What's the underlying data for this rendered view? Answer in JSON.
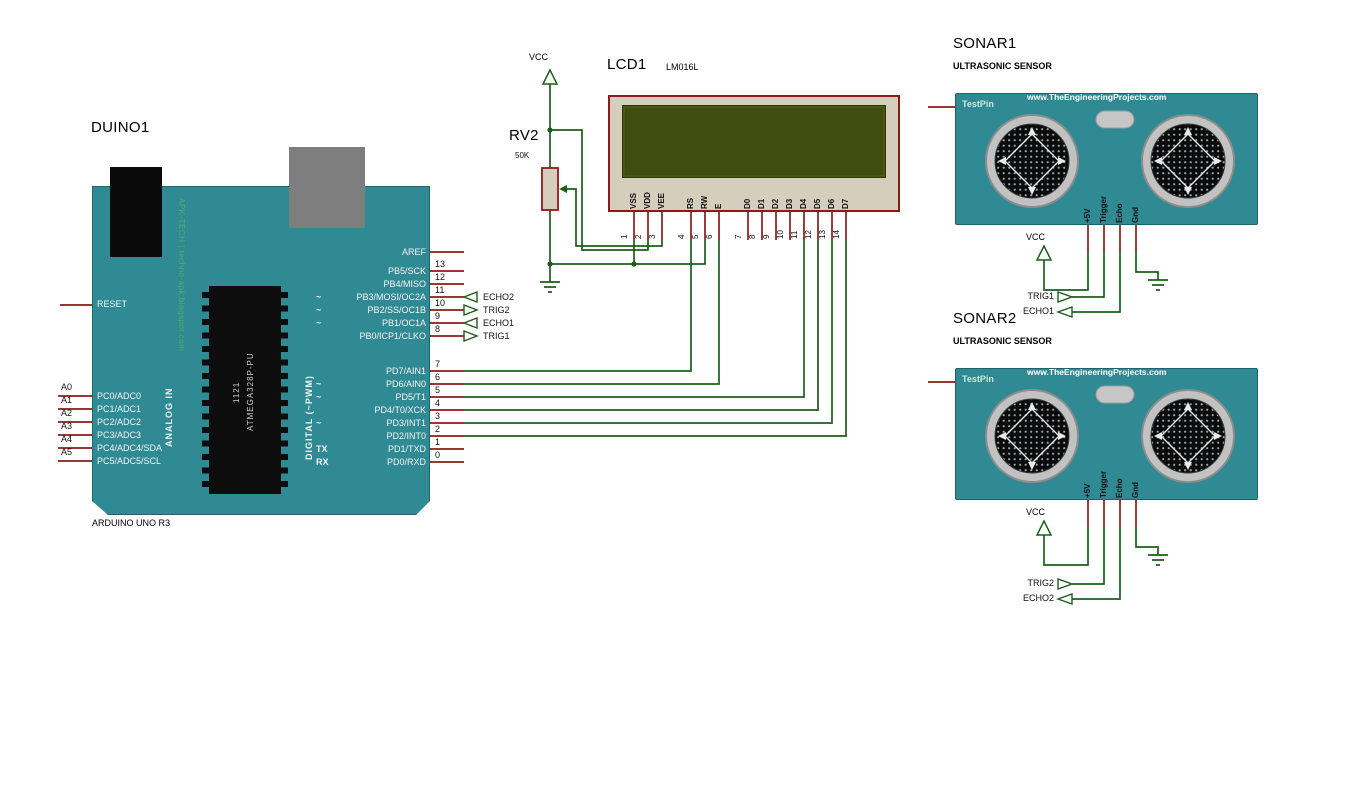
{
  "colors": {
    "board_teal": "#2f8a93",
    "wire_green": "#1b5e1b",
    "pin_red": "#8c1a1a",
    "lcd_body": "#d6cebc",
    "lcd_screen": "#414d10",
    "silk_green": "#4fae66"
  },
  "duino": {
    "ref": "DUINO1",
    "board_name": "ARDUINO UNO R3",
    "silk_text": "APK-TECH | techno-apk.blogspot.com",
    "chip_code": "1121",
    "chip_name": "ATMEGA328P-PU",
    "analog_header": "ANALOG IN",
    "digital_header": "DIGITAL (~PWM)",
    "reset_pin": "RESET",
    "aref_pin": "AREF",
    "analog_pins": [
      {
        "port": "A0",
        "name": "PC0/ADC0"
      },
      {
        "port": "A1",
        "name": "PC1/ADC1"
      },
      {
        "port": "A2",
        "name": "PC2/ADC2"
      },
      {
        "port": "A3",
        "name": "PC3/ADC3"
      },
      {
        "port": "A4",
        "name": "PC4/ADC4/SDA"
      },
      {
        "port": "A5",
        "name": "PC5/ADC5/SCL"
      }
    ],
    "digital_pins": [
      {
        "name": "PB5/SCK",
        "num": "13",
        "prefix": ""
      },
      {
        "name": "PB4/MISO",
        "num": "12",
        "prefix": ""
      },
      {
        "name": "PB3/MOSI/OC2A",
        "num": "11",
        "prefix": "~",
        "net": "ECHO2"
      },
      {
        "name": "PB2/SS/OC1B",
        "num": "10",
        "prefix": "~",
        "net": "TRIG2"
      },
      {
        "name": "PB1/OC1A",
        "num": "9",
        "prefix": "~",
        "net": "ECHO1"
      },
      {
        "name": "PB0/ICP1/CLKO",
        "num": "8",
        "prefix": "",
        "net": "TRIG1"
      },
      {
        "name": "PD7/AIN1",
        "num": "7",
        "prefix": ""
      },
      {
        "name": "PD6/AIN0",
        "num": "6",
        "prefix": "~"
      },
      {
        "name": "PD5/T1",
        "num": "5",
        "prefix": "~"
      },
      {
        "name": "PD4/T0/XCK",
        "num": "4",
        "prefix": ""
      },
      {
        "name": "PD3/INT1",
        "num": "3",
        "prefix": "~"
      },
      {
        "name": "PD2/INT0",
        "num": "2",
        "prefix": ""
      },
      {
        "name": "PD1/TXD",
        "num": "1",
        "prefix": "TX"
      },
      {
        "name": "PD0/RXD",
        "num": "0",
        "prefix": "RX"
      }
    ]
  },
  "rv2": {
    "ref": "RV2",
    "value": "50K",
    "vcc": "VCC"
  },
  "lcd": {
    "ref": "LCD1",
    "part": "LM016L",
    "pins": [
      {
        "name": "VSS",
        "num": "1"
      },
      {
        "name": "VDD",
        "num": "2"
      },
      {
        "name": "VEE",
        "num": "3"
      },
      {
        "name": "RS",
        "num": "4"
      },
      {
        "name": "RW",
        "num": "5"
      },
      {
        "name": "E",
        "num": "6"
      },
      {
        "name": "D0",
        "num": "7"
      },
      {
        "name": "D1",
        "num": "8"
      },
      {
        "name": "D2",
        "num": "9"
      },
      {
        "name": "D3",
        "num": "10"
      },
      {
        "name": "D4",
        "num": "11"
      },
      {
        "name": "D5",
        "num": "12"
      },
      {
        "name": "D6",
        "num": "13"
      },
      {
        "name": "D7",
        "num": "14"
      }
    ]
  },
  "sonar1": {
    "ref": "SONAR1",
    "subtitle": "ULTRASONIC SENSOR",
    "testpin": "TestPin",
    "url": "www.TheEngineeringProjects.com",
    "pins": [
      "+5V",
      "Trigger",
      "Echo",
      "Gnd"
    ],
    "vcc": "VCC",
    "trig": "TRIG1",
    "echo": "ECHO1"
  },
  "sonar2": {
    "ref": "SONAR2",
    "subtitle": "ULTRASONIC SENSOR",
    "testpin": "TestPin",
    "url": "www.TheEngineeringProjects.com",
    "pins": [
      "+5V",
      "Trigger",
      "Echo",
      "Gnd"
    ],
    "vcc": "VCC",
    "trig": "TRIG2",
    "echo": "ECHO2"
  }
}
